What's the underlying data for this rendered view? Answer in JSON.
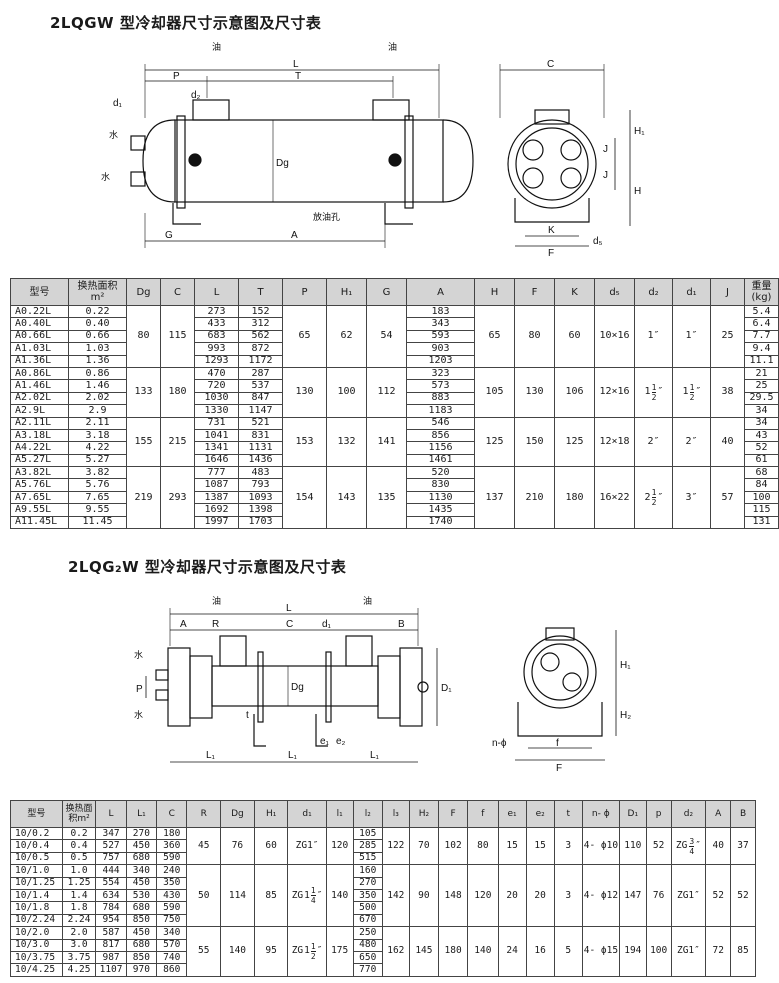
{
  "section1": {
    "title": "2LQGW 型冷却器尺寸示意图及尺寸表",
    "diagram_labels": {
      "oil1": "油",
      "oil2": "油",
      "water1": "水",
      "water2": "水",
      "P": "P",
      "T": "T",
      "L": "L",
      "d1": "d₁",
      "d2": "d₂",
      "Dg": "Dg",
      "drain": "放油孔",
      "G": "G",
      "A": "A",
      "C": "C",
      "H1": "H₁",
      "H": "H",
      "J1": "J",
      "J2": "J",
      "K": "K",
      "F": "F",
      "d5": "d₅"
    },
    "headers": {
      "model": "型号",
      "area": "换热面积",
      "area_unit": "m²",
      "Dg": "Dg",
      "C": "C",
      "L": "L",
      "T": "T",
      "P": "P",
      "H1": "H₁",
      "G": "G",
      "A": "A",
      "H": "H",
      "F": "F",
      "K": "K",
      "d5": "d₅",
      "d2": "d₂",
      "d1": "d₁",
      "J": "J",
      "weight": "重量",
      "weight_unit": "(kg)"
    },
    "groups": [
      {
        "Dg": "80",
        "C": "115",
        "P": "65",
        "H1": "62",
        "G": "54",
        "H": "65",
        "F": "80",
        "K": "60",
        "d5": "10×16",
        "d2": "1″",
        "d1": "1″",
        "J": "25",
        "rows": [
          {
            "model": "A0.22L",
            "area": "0.22",
            "L": "273",
            "T": "152",
            "A": "183",
            "w": "5.4"
          },
          {
            "model": "A0.40L",
            "area": "0.40",
            "L": "433",
            "T": "312",
            "A": "343",
            "w": "6.4"
          },
          {
            "model": "A0.66L",
            "area": "0.66",
            "L": "683",
            "T": "562",
            "A": "593",
            "w": "7.7"
          },
          {
            "model": "A1.03L",
            "area": "1.03",
            "L": "993",
            "T": "872",
            "A": "903",
            "w": "9.4"
          },
          {
            "model": "A1.36L",
            "area": "1.36",
            "L": "1293",
            "T": "1172",
            "A": "1203",
            "w": "11.1"
          }
        ]
      },
      {
        "Dg": "133",
        "C": "180",
        "P": "130",
        "H1": "100",
        "G": "112",
        "H": "105",
        "F": "130",
        "K": "106",
        "d5": "12×16",
        "d2_whole": "1",
        "d2_num": "1",
        "d2_den": "2",
        "d2_mark": "″",
        "d1_whole": "1",
        "d1_num": "1",
        "d1_den": "2",
        "d1_mark": "″",
        "J": "38",
        "rows": [
          {
            "model": "A0.86L",
            "area": "0.86",
            "L": "470",
            "T": "287",
            "A": "323",
            "w": "21"
          },
          {
            "model": "A1.46L",
            "area": "1.46",
            "L": "720",
            "T": "537",
            "A": "573",
            "w": "25"
          },
          {
            "model": "A2.02L",
            "area": "2.02",
            "L": "1030",
            "T": "847",
            "A": "883",
            "w": "29.5"
          },
          {
            "model": "A2.9L",
            "area": "2.9",
            "L": "1330",
            "T": "1147",
            "A": "1183",
            "w": "34"
          }
        ]
      },
      {
        "Dg": "155",
        "C": "215",
        "P": "153",
        "H1": "132",
        "G": "141",
        "H": "125",
        "F": "150",
        "K": "125",
        "d5": "12×18",
        "d2": "2″",
        "d1": "2″",
        "J": "40",
        "rows": [
          {
            "model": "A2.11L",
            "area": "2.11",
            "L": "731",
            "T": "521",
            "A": "546",
            "w": "34"
          },
          {
            "model": "A3.18L",
            "area": "3.18",
            "L": "1041",
            "T": "831",
            "A": "856",
            "w": "43"
          },
          {
            "model": "A4.22L",
            "area": "4.22",
            "L": "1341",
            "T": "1131",
            "A": "1156",
            "w": "52"
          },
          {
            "model": "A5.27L",
            "area": "5.27",
            "L": "1646",
            "T": "1436",
            "A": "1461",
            "w": "61"
          }
        ]
      },
      {
        "Dg": "219",
        "C": "293",
        "P": "154",
        "H1": "143",
        "G": "135",
        "H": "137",
        "F": "210",
        "K": "180",
        "d5": "16×22",
        "d2_whole": "2",
        "d2_num": "1",
        "d2_den": "2",
        "d2_mark": "″",
        "d1": "3″",
        "J": "57",
        "rows": [
          {
            "model": "A3.82L",
            "area": "3.82",
            "L": "777",
            "T": "483",
            "A": "520",
            "w": "68"
          },
          {
            "model": "A5.76L",
            "area": "5.76",
            "L": "1087",
            "T": "793",
            "A": "830",
            "w": "84"
          },
          {
            "model": "A7.65L",
            "area": "7.65",
            "L": "1387",
            "T": "1093",
            "A": "1130",
            "w": "100"
          },
          {
            "model": "A9.55L",
            "area": "9.55",
            "L": "1692",
            "T": "1398",
            "A": "1435",
            "w": "115"
          },
          {
            "model": "A11.45L",
            "area": "11.45",
            "L": "1997",
            "T": "1703",
            "A": "1740",
            "w": "131"
          }
        ]
      }
    ]
  },
  "section2": {
    "title": "2LQG₂W 型冷却器尺寸示意图及尺寸表",
    "diagram_labels": {
      "oil1": "油",
      "oil2": "油",
      "water1": "水",
      "water2": "水",
      "A": "A",
      "R": "R",
      "L": "L",
      "C": "C",
      "d1": "d₁",
      "B": "B",
      "P": "P",
      "Dg": "Dg",
      "D1": "D₁",
      "t": "t",
      "e1": "e₁",
      "e2": "e₂",
      "L1a": "L₁",
      "L1b": "L₁",
      "L1c": "L₁",
      "H1": "H₁",
      "H2": "H₂",
      "n_phi": "n-ϕ",
      "f": "f",
      "F": "F"
    },
    "headers": {
      "model": "型号",
      "area": "换热面",
      "area2": "积",
      "area_unit": "m²",
      "L": "L",
      "L1": "L₁",
      "C": "C",
      "R": "R",
      "Dg": "Dg",
      "H1": "H₁",
      "d1": "d₁",
      "l1": "l₁",
      "l2": "l₂",
      "l3": "l₃",
      "H2": "H₂",
      "F": "F",
      "f": "f",
      "e1": "e₁",
      "e2": "e₂",
      "t": "t",
      "nphi": "n- ϕ",
      "D1": "D₁",
      "p": "p",
      "d2": "d₂",
      "A": "A",
      "B": "B"
    },
    "groups": [
      {
        "R": "45",
        "Dg": "76",
        "H1": "60",
        "d1": "ZG1″",
        "l1": "120",
        "l3": "122",
        "H2": "70",
        "F": "102",
        "f": "80",
        "e1": "15",
        "e2": "15",
        "t": "3",
        "nphi": "4- ϕ10",
        "D1": "110",
        "p": "52",
        "d2_prefix": "ZG",
        "d2_num": "3",
        "d2_den": "4",
        "d2_mark": "″",
        "A": "40",
        "B": "37",
        "rows": [
          {
            "model": "10/0.2",
            "area": "0.2",
            "L": "347",
            "L1": "270",
            "C": "180",
            "l2": "105"
          },
          {
            "model": "10/0.4",
            "area": "0.4",
            "L": "527",
            "L1": "450",
            "C": "360",
            "l2": "285"
          },
          {
            "model": "10/0.5",
            "area": "0.5",
            "L": "757",
            "L1": "680",
            "C": "590",
            "l2": "515"
          }
        ]
      },
      {
        "R": "50",
        "Dg": "114",
        "H1": "85",
        "d1_prefix": "ZG",
        "d1_whole": "1",
        "d1_num": "1",
        "d1_den": "4",
        "d1_mark": "″",
        "l1": "140",
        "l3": "142",
        "H2": "90",
        "F": "148",
        "f": "120",
        "e1": "20",
        "e2": "20",
        "t": "3",
        "nphi": "4- ϕ12",
        "D1": "147",
        "p": "76",
        "d2": "ZG1″",
        "A": "52",
        "B": "52",
        "rows": [
          {
            "model": "10/1.0",
            "area": "1.0",
            "L": "444",
            "L1": "340",
            "C": "240",
            "l2": "160"
          },
          {
            "model": "10/1.25",
            "area": "1.25",
            "L": "554",
            "L1": "450",
            "C": "350",
            "l2": "270"
          },
          {
            "model": "10/1.4",
            "area": "1.4",
            "L": "634",
            "L1": "530",
            "C": "430",
            "l2": "350"
          },
          {
            "model": "10/1.8",
            "area": "1.8",
            "L": "784",
            "L1": "680",
            "C": "590",
            "l2": "500"
          },
          {
            "model": "10/2.24",
            "area": "2.24",
            "L": "954",
            "L1": "850",
            "C": "750",
            "l2": "670"
          }
        ]
      },
      {
        "R": "55",
        "Dg": "140",
        "H1": "95",
        "d1_prefix": "ZG",
        "d1_whole": "1",
        "d1_num": "1",
        "d1_den": "2",
        "d1_mark": "″",
        "l1": "175",
        "l3": "162",
        "H2": "145",
        "F": "180",
        "f": "140",
        "e1": "24",
        "e2": "16",
        "t": "5",
        "nphi": "4- ϕ15",
        "D1": "194",
        "p": "100",
        "d2": "ZG1″",
        "A": "72",
        "B": "85",
        "rows": [
          {
            "model": "10/2.0",
            "area": "2.0",
            "L": "587",
            "L1": "450",
            "C": "340",
            "l2": "250"
          },
          {
            "model": "10/3.0",
            "area": "3.0",
            "L": "817",
            "L1": "680",
            "C": "570",
            "l2": "480"
          },
          {
            "model": "10/3.75",
            "area": "3.75",
            "L": "987",
            "L1": "850",
            "C": "740",
            "l2": "650"
          },
          {
            "model": "10/4.25",
            "area": "4.25",
            "L": "1107",
            "L1": "970",
            "C": "860",
            "l2": "770"
          }
        ]
      }
    ]
  }
}
